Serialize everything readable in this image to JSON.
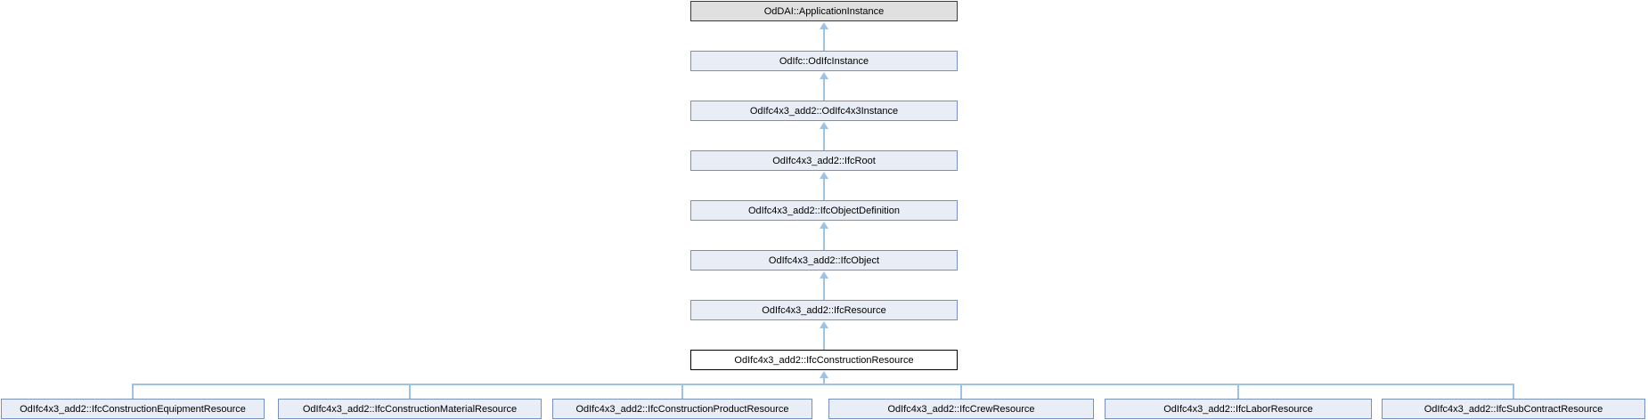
{
  "diagram": {
    "type": "class-inheritance-graph",
    "chain": [
      {
        "label": "OdDAI::ApplicationInstance",
        "kind": "external"
      },
      {
        "label": "OdIfc::OdIfcInstance",
        "kind": "linked"
      },
      {
        "label": "OdIfc4x3_add2::OdIfc4x3Instance",
        "kind": "linked"
      },
      {
        "label": "OdIfc4x3_add2::IfcRoot",
        "kind": "linked"
      },
      {
        "label": "OdIfc4x3_add2::IfcObjectDefinition",
        "kind": "linked"
      },
      {
        "label": "OdIfc4x3_add2::IfcObject",
        "kind": "linked"
      },
      {
        "label": "OdIfc4x3_add2::IfcResource",
        "kind": "linked"
      },
      {
        "label": "OdIfc4x3_add2::IfcConstructionResource",
        "kind": "current"
      }
    ],
    "children": [
      {
        "label": "OdIfc4x3_add2::IfcConstructionEquipmentResource"
      },
      {
        "label": "OdIfc4x3_add2::IfcConstructionMaterialResource"
      },
      {
        "label": "OdIfc4x3_add2::IfcConstructionProductResource"
      },
      {
        "label": "OdIfc4x3_add2::IfcCrewResource"
      },
      {
        "label": "OdIfc4x3_add2::IfcLaborResource"
      },
      {
        "label": "OdIfc4x3_add2::IfcSubContractResource"
      }
    ],
    "colors": {
      "linked_fill": "#E9EDF5",
      "linked_border": "#7691BE",
      "external_fill": "#E0E0E0",
      "external_border": "#3A3A3A",
      "current_fill": "#FFFFFF",
      "current_border": "#000000",
      "edge": "#9CC2E5",
      "text": "#000000"
    }
  }
}
